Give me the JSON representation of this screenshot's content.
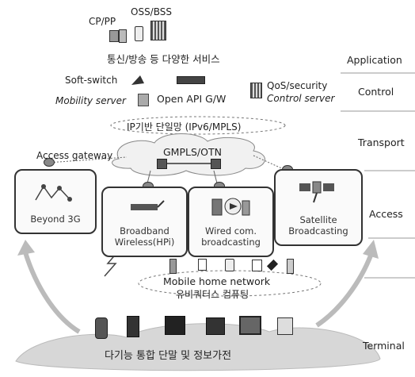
{
  "application": {
    "cp_pp": "CP/PP",
    "oss_bss": "OSS/BSS",
    "services": "통신/방송 등 다양한 서비스",
    "layer": "Application"
  },
  "control": {
    "soft_switch": "Soft-switch",
    "mobility_server": "Mobility server",
    "open_api": "Open API G/W",
    "qos_line1": "QoS/security",
    "qos_line2": "Control server",
    "layer": "Control"
  },
  "transport": {
    "ip_network": "IP기반 단일망 (IPv6/MPLS)",
    "gmpls": "GMPLS/OTN",
    "access_gateway": "Access gateway",
    "layer": "Transport"
  },
  "access": {
    "layer": "Access",
    "boxes": [
      {
        "line1": "Beyond 3G",
        "line2": ""
      },
      {
        "line1": "Broadband",
        "line2": "Wireless(HPi)"
      },
      {
        "line1": "Wired com.",
        "line2": "broadcasting"
      },
      {
        "line1": "Satellite",
        "line2": "Broadcasting"
      }
    ]
  },
  "home": {
    "line1": "Mobile home network",
    "line2": "유비쿼터스 컴퓨팅"
  },
  "terminal": {
    "caption": "다기능 통합 단말 및 정보가전",
    "layer": "Terminal"
  },
  "colors": {
    "line": "#333333",
    "fill": "#eeeeee",
    "cloud": "#dddddd"
  }
}
